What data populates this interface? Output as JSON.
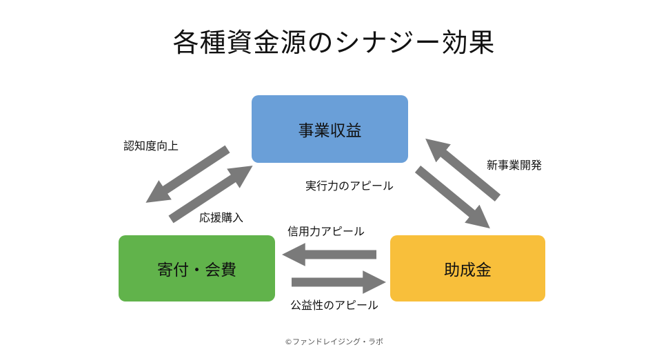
{
  "title": "各種資金源のシナジー効果",
  "nodes": {
    "jigyo": "事業収益",
    "kifu": "寄付・会費",
    "josei": "助成金"
  },
  "edges": {
    "jigyo_to_kifu": "認知度向上",
    "kifu_to_jigyo": "応援購入",
    "jigyo_to_josei": "実行力のアピール",
    "josei_to_jigyo": "新事業開発",
    "josei_to_kifu": "信用力アピール",
    "kifu_to_josei": "公益性のアピール"
  },
  "colors": {
    "jigyo": "#6a9fd8",
    "kifu": "#61b34b",
    "josei": "#f8bf3b",
    "arrow": "#7a7a7a"
  },
  "footer": "©ファンドレイジング・ラボ"
}
